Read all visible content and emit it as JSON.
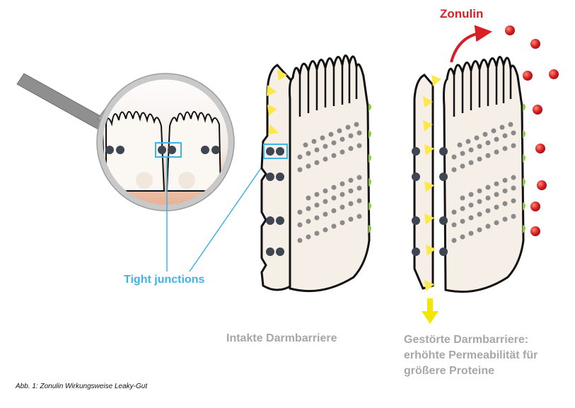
{
  "labels": {
    "zonulin": "Zonulin",
    "tight_junctions": "Tight junctions",
    "intact_barrier": "Intakte Darmbarriere",
    "disturbed_barrier_line1": "Gestörte Darmbarriere:",
    "disturbed_barrier_line2": "erhöhte Permeabilität für",
    "disturbed_barrier_line3": "größere Proteine",
    "caption": "Abb. 1: Zonulin Wirkungsweise Leaky-Gut"
  },
  "colors": {
    "zonulin_red": "#d81f26",
    "highlight_blue": "#3fb3e6",
    "cell_fill": "#f5efe8",
    "outline": "#111111",
    "junction_dot": "#3d4651",
    "nucleus_dot": "#8a8a8a",
    "receptor_green": "#8dc63f",
    "arrow_yellow": "#fde84a",
    "outflow_yellow": "#f3e600",
    "magnifier_handle": "#8f8f8f",
    "label_grey": "#a7a7a7"
  },
  "icons": {
    "magnifier": "magnifying-glass-icon",
    "zonulin_arrow": "curved-arrow-icon",
    "outflow_arrow": "arrow-down-icon"
  }
}
